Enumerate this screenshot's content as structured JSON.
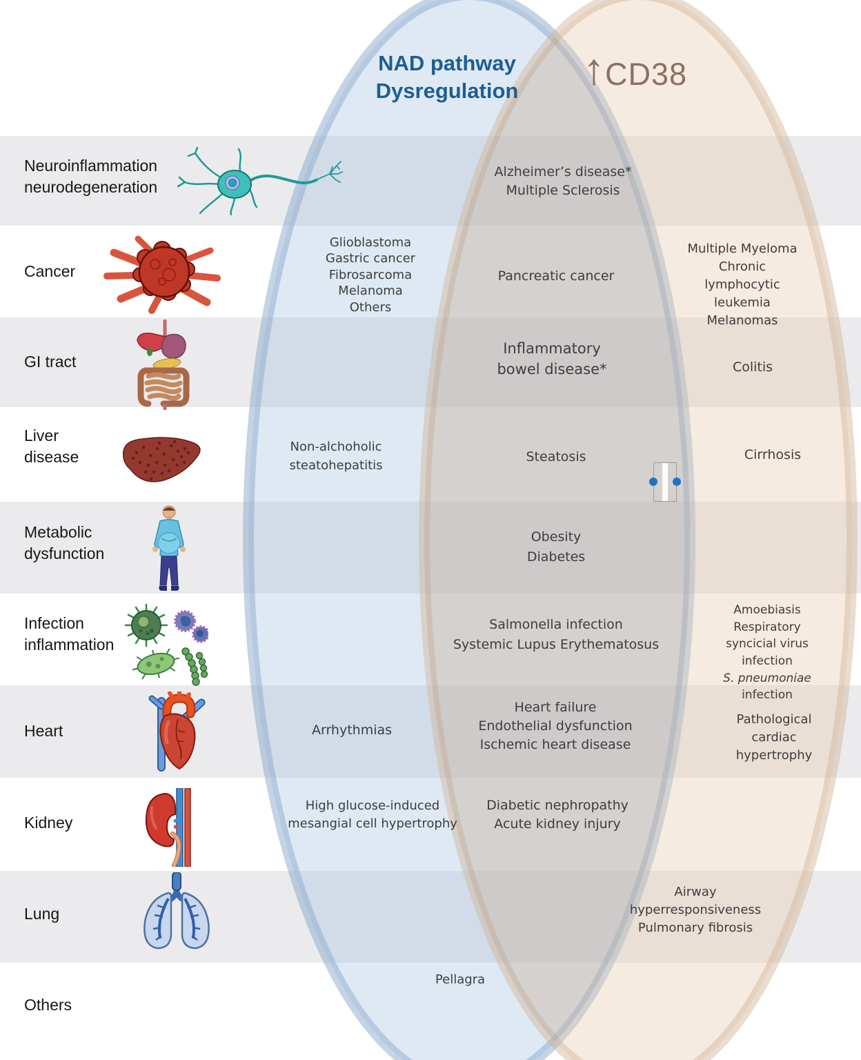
{
  "venn": {
    "left_label": "NAD pathway\nDysregulation",
    "right_label_arrow": "↑",
    "right_label": "CD38",
    "left_color": "#1d5e93",
    "right_color": "#8a7161",
    "left_fill": "#aac4e2",
    "right_fill": "#e8ceb2",
    "overlap_tint": "#cdc9c9",
    "row_stripe_color": "#ebebed"
  },
  "artifact": {
    "selection_handle_color": "#1b74c5"
  },
  "rows": [
    {
      "label": "Neuroinflammation\nneurodegeneration",
      "icon": "neuron-icon",
      "texts": {
        "overlap": "Alzheimer’s disease*\nMultiple Sclerosis"
      }
    },
    {
      "label": "Cancer",
      "icon": "cancer-cell-icon",
      "texts": {
        "left": "Glioblastoma\nGastric cancer\nFibrosarcoma\nMelanoma\nOthers",
        "overlap": "Pancreatic cancer",
        "right": "Multiple Myeloma\nChronic lymphocytic\nleukemia\nMelanomas"
      }
    },
    {
      "label": "GI tract",
      "icon": "gi-tract-icon",
      "texts": {
        "overlap": "Inflammatory\nbowel disease*",
        "right": "Colitis"
      }
    },
    {
      "label": "Liver\ndisease",
      "icon": "liver-icon",
      "texts": {
        "left": "Non-alchoholic\nsteatohepatitis",
        "overlap": "Steatosis",
        "right": "Cirrhosis"
      }
    },
    {
      "label": "Metabolic\ndysfunction",
      "icon": "obese-person-icon",
      "texts": {
        "overlap": "Obesity\nDiabetes"
      }
    },
    {
      "label": "Infection\ninflammation",
      "icon": "microbes-icon",
      "texts": {
        "overlap": "Salmonella infection\nSystemic Lupus Erythematosus",
        "right_pre": "Amoebiasis\nRespiratory syncicial virus\ninfection",
        "right_italic": "S. pneumoniae",
        "right_post": " infection"
      }
    },
    {
      "label": "Heart",
      "icon": "heart-icon",
      "texts": {
        "left": "Arrhythmias",
        "overlap": "Heart failure\nEndothelial dysfunction\nIschemic heart disease",
        "right": "Pathological\ncardiac hypertrophy"
      }
    },
    {
      "label": "Kidney",
      "icon": "kidney-icon",
      "texts": {
        "left": "High glucose-induced\nmesangial cell hypertrophy",
        "overlap": "Diabetic nephropathy\nAcute kidney injury"
      }
    },
    {
      "label": "Lung",
      "icon": "lungs-icon",
      "texts": {
        "right": "Airway\nhyperresponsiveness\nPulmonary fibrosis"
      }
    },
    {
      "label": "Others",
      "icon": "",
      "texts": {
        "left": "Pellagra"
      }
    }
  ]
}
